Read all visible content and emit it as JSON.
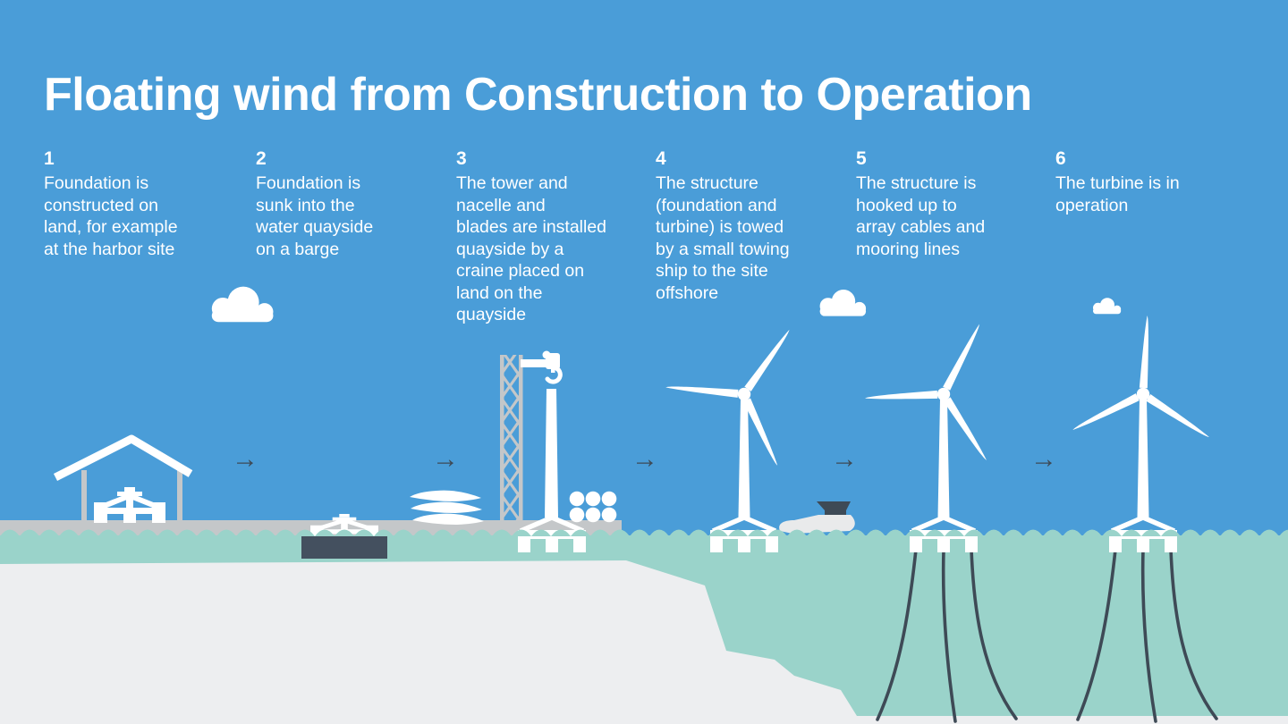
{
  "title": "Floating wind from Construction to Operation",
  "steps": [
    {
      "number": "1",
      "text": "Foundation is\nconstructed on\nland, for example\nat the harbor site"
    },
    {
      "number": "2",
      "text": "Foundation is\nsunk into the\nwater quayside\non a barge"
    },
    {
      "number": "3",
      "text": "The tower and\nnacelle and\nblades are installed\nquayside by a\ncraine placed on\nland on the\nquayside"
    },
    {
      "number": "4",
      "text": "The structure\n(foundation and\nturbine) is towed\nby a small towing\nship to the site\noffshore"
    },
    {
      "number": "5",
      "text": "The structure is\nhooked up to\narray cables and\nmooring lines"
    },
    {
      "number": "6",
      "text": "The turbine is in\noperation"
    }
  ],
  "arrows": {
    "glyph": "→"
  },
  "colors": {
    "sky": "#4A9DD8",
    "sea": "#9AD3CA",
    "seabed": "#EDEEF0",
    "quay": "#C4C7C9",
    "ink": "#3E4A56",
    "barge": "#44505F",
    "ship_hull": "#E9EAEB",
    "white": "#FFFFFF"
  }
}
